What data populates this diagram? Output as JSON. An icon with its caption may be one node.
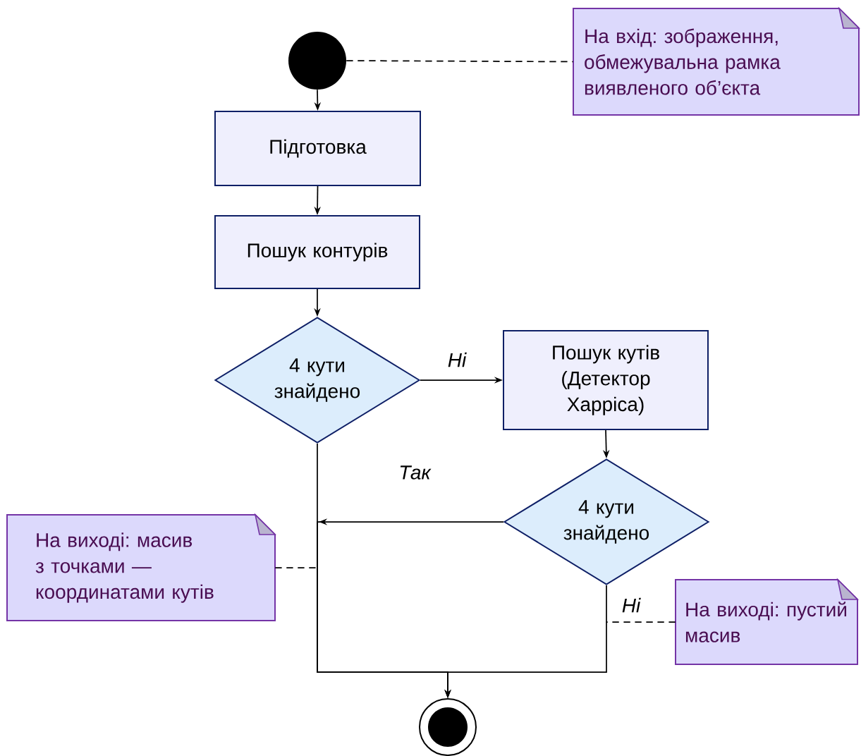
{
  "diagram": {
    "nodes": [
      {
        "text": [],
        "shape": "circle"
      },
      {
        "text": [
          "На вхід: зображення, обмежувальна рамка виявленого об’єкта"
        ]
      },
      {
        "text": [
          "Підготовка"
        ]
      },
      {
        "text": [
          "Пошук контурів"
        ]
      },
      {
        "text": [
          "4 кути знайдено"
        ]
      },
      {
        "text": [
          "Пошук кутів (Детектор Харріса)"
        ]
      },
      {
        "text": [
          "4 кути знайдено"
        ]
      },
      {
        "text": [
          "На виході: масив з точками — координатами кутів"
        ]
      },
      {
        "text": [
          "На виході: пустий масив"
        ]
      },
      {
        "text": [],
        "shape": "circle"
      }
    ],
    "edges": [
      {
        "from": 0,
        "to": 2,
        "arrow": "to"
      },
      {
        "from": 0,
        "to": 1,
        "arrow": "none",
        "style": "dashed"
      },
      {
        "from": 2,
        "to": 3,
        "arrow": "to"
      },
      {
        "from": 3,
        "to": 4,
        "arrow": "to"
      },
      {
        "from": 4,
        "to": 5,
        "arrow": "to",
        "label": "Ні"
      },
      {
        "from": 5,
        "to": 6,
        "arrow": "to"
      },
      {
        "from": 4,
        "to": 9,
        "arrow": "to"
      },
      {
        "from": 6,
        "to": 9,
        "arrow": "to",
        "label": "Так"
      },
      {
        "from": 6,
        "to": 9,
        "arrow": "to",
        "label": "Ні"
      },
      {
        "from": 7,
        "to": null,
        "arrow": "none",
        "style": "dashed"
      },
      {
        "from": 8,
        "to": null,
        "arrow": "none",
        "style": "dashed"
      }
    ]
  }
}
